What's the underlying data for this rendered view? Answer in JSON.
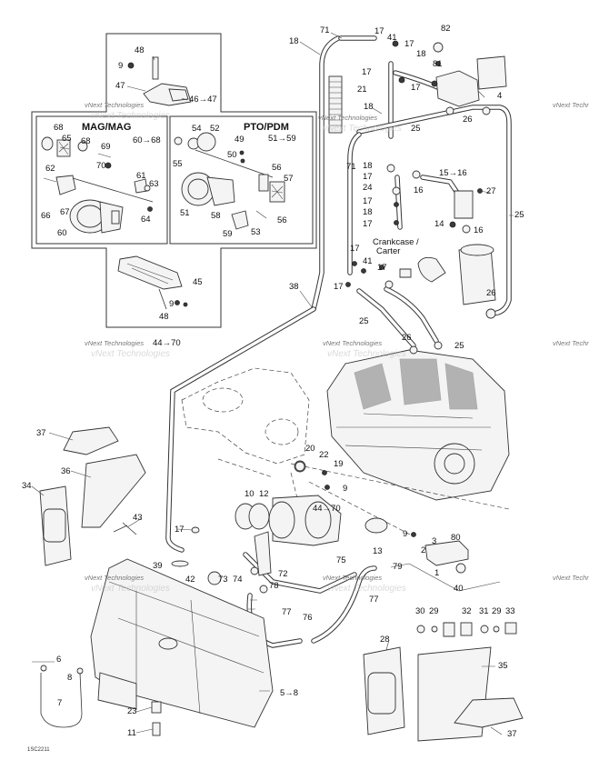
{
  "boxes": {
    "mag": "MAG/MAG",
    "pto": "PTO/PDM"
  },
  "labels": [
    {
      "id": "l48a",
      "t": "48"
    },
    {
      "id": "l9a",
      "t": "9"
    },
    {
      "id": "l47",
      "t": "47"
    },
    {
      "id": "l4647",
      "t": "46→47"
    },
    {
      "id": "l68a",
      "t": "68"
    },
    {
      "id": "l65",
      "t": "65"
    },
    {
      "id": "l68b",
      "t": "68"
    },
    {
      "id": "l6068",
      "t": "60→68"
    },
    {
      "id": "l69",
      "t": "69"
    },
    {
      "id": "l70",
      "t": "70"
    },
    {
      "id": "l62",
      "t": "62"
    },
    {
      "id": "l61",
      "t": "61"
    },
    {
      "id": "l63",
      "t": "63"
    },
    {
      "id": "l66",
      "t": "66"
    },
    {
      "id": "l67",
      "t": "67"
    },
    {
      "id": "l64",
      "t": "64"
    },
    {
      "id": "l60",
      "t": "60"
    },
    {
      "id": "l54",
      "t": "54"
    },
    {
      "id": "l52",
      "t": "52"
    },
    {
      "id": "l5159",
      "t": "51→59"
    },
    {
      "id": "l49",
      "t": "49"
    },
    {
      "id": "l55",
      "t": "55"
    },
    {
      "id": "l50",
      "t": "50"
    },
    {
      "id": "l56a",
      "t": "56"
    },
    {
      "id": "l57",
      "t": "57"
    },
    {
      "id": "l51",
      "t": "51"
    },
    {
      "id": "l58",
      "t": "58"
    },
    {
      "id": "l59",
      "t": "59"
    },
    {
      "id": "l53",
      "t": "53"
    },
    {
      "id": "l56b",
      "t": "56"
    },
    {
      "id": "l45",
      "t": "45"
    },
    {
      "id": "l9b",
      "t": "9"
    },
    {
      "id": "l48b",
      "t": "48"
    },
    {
      "id": "l4470a",
      "t": "44→70"
    },
    {
      "id": "l18a",
      "t": "18"
    },
    {
      "id": "l71a",
      "t": "71"
    },
    {
      "id": "l17a",
      "t": "17"
    },
    {
      "id": "l41a",
      "t": "41"
    },
    {
      "id": "l17b",
      "t": "17"
    },
    {
      "id": "l18b",
      "t": "18"
    },
    {
      "id": "l17c",
      "t": "17"
    },
    {
      "id": "l82",
      "t": "82"
    },
    {
      "id": "l81",
      "t": "81"
    },
    {
      "id": "l17d",
      "t": "17"
    },
    {
      "id": "l4",
      "t": "4"
    },
    {
      "id": "l21",
      "t": "21"
    },
    {
      "id": "l18c",
      "t": "18"
    },
    {
      "id": "l25a",
      "t": "25"
    },
    {
      "id": "l26a",
      "t": "26"
    },
    {
      "id": "l71b",
      "t": "71"
    },
    {
      "id": "l18d",
      "t": "18"
    },
    {
      "id": "l17e",
      "t": "17"
    },
    {
      "id": "l24",
      "t": "24"
    },
    {
      "id": "l16a",
      "t": "16"
    },
    {
      "id": "l1516",
      "t": "15→16"
    },
    {
      "id": "l27",
      "t": "27"
    },
    {
      "id": "l17f",
      "t": "17"
    },
    {
      "id": "l18e",
      "t": "18"
    },
    {
      "id": "l17g",
      "t": "17"
    },
    {
      "id": "l25b",
      "t": "25"
    },
    {
      "id": "l14",
      "t": "14"
    },
    {
      "id": "l16b",
      "t": "16"
    },
    {
      "id": "crank1",
      "t": "Crankcase /"
    },
    {
      "id": "crank2",
      "t": "Carter"
    },
    {
      "id": "l17h",
      "t": "17"
    },
    {
      "id": "l41b",
      "t": "41"
    },
    {
      "id": "l17i",
      "t": "17"
    },
    {
      "id": "l17j",
      "t": "17"
    },
    {
      "id": "l38",
      "t": "38"
    },
    {
      "id": "l25c",
      "t": "25"
    },
    {
      "id": "l26b",
      "t": "26"
    },
    {
      "id": "l26c",
      "t": "26"
    },
    {
      "id": "l25d",
      "t": "25"
    },
    {
      "id": "l37a",
      "t": "37"
    },
    {
      "id": "l36",
      "t": "36"
    },
    {
      "id": "l34",
      "t": "34"
    },
    {
      "id": "l20",
      "t": "20"
    },
    {
      "id": "l22",
      "t": "22"
    },
    {
      "id": "l19",
      "t": "19"
    },
    {
      "id": "l9c",
      "t": "9"
    },
    {
      "id": "l10",
      "t": "10"
    },
    {
      "id": "l12",
      "t": "12"
    },
    {
      "id": "l4470b",
      "t": "44→70"
    },
    {
      "id": "l43",
      "t": "43"
    },
    {
      "id": "l17k",
      "t": "17"
    },
    {
      "id": "l13",
      "t": "13"
    },
    {
      "id": "l9d",
      "t": "9"
    },
    {
      "id": "l3",
      "t": "3"
    },
    {
      "id": "l80",
      "t": "80"
    },
    {
      "id": "l2",
      "t": "2"
    },
    {
      "id": "l1",
      "t": "1"
    },
    {
      "id": "l40",
      "t": "40"
    },
    {
      "id": "l39",
      "t": "39"
    },
    {
      "id": "l42",
      "t": "42"
    },
    {
      "id": "l73",
      "t": "73"
    },
    {
      "id": "l74",
      "t": "74"
    },
    {
      "id": "l72",
      "t": "72"
    },
    {
      "id": "l78",
      "t": "78"
    },
    {
      "id": "l75",
      "t": "75"
    },
    {
      "id": "l79",
      "t": "79"
    },
    {
      "id": "l77a",
      "t": "77"
    },
    {
      "id": "l77b",
      "t": "77"
    },
    {
      "id": "l76",
      "t": "76"
    },
    {
      "id": "l30",
      "t": "30"
    },
    {
      "id": "l29a",
      "t": "29"
    },
    {
      "id": "l32",
      "t": "32"
    },
    {
      "id": "l31",
      "t": "31"
    },
    {
      "id": "l29b",
      "t": "29"
    },
    {
      "id": "l33",
      "t": "33"
    },
    {
      "id": "l6",
      "t": "6"
    },
    {
      "id": "l8",
      "t": "8"
    },
    {
      "id": "l7",
      "t": "7"
    },
    {
      "id": "l28",
      "t": "28"
    },
    {
      "id": "l35",
      "t": "35"
    },
    {
      "id": "l58b",
      "t": "5→8"
    },
    {
      "id": "l23",
      "t": "23"
    },
    {
      "id": "l11",
      "t": "11"
    },
    {
      "id": "l37b",
      "t": "37"
    }
  ],
  "watermark": "vNext Technologies",
  "image_code": "1SC2211"
}
